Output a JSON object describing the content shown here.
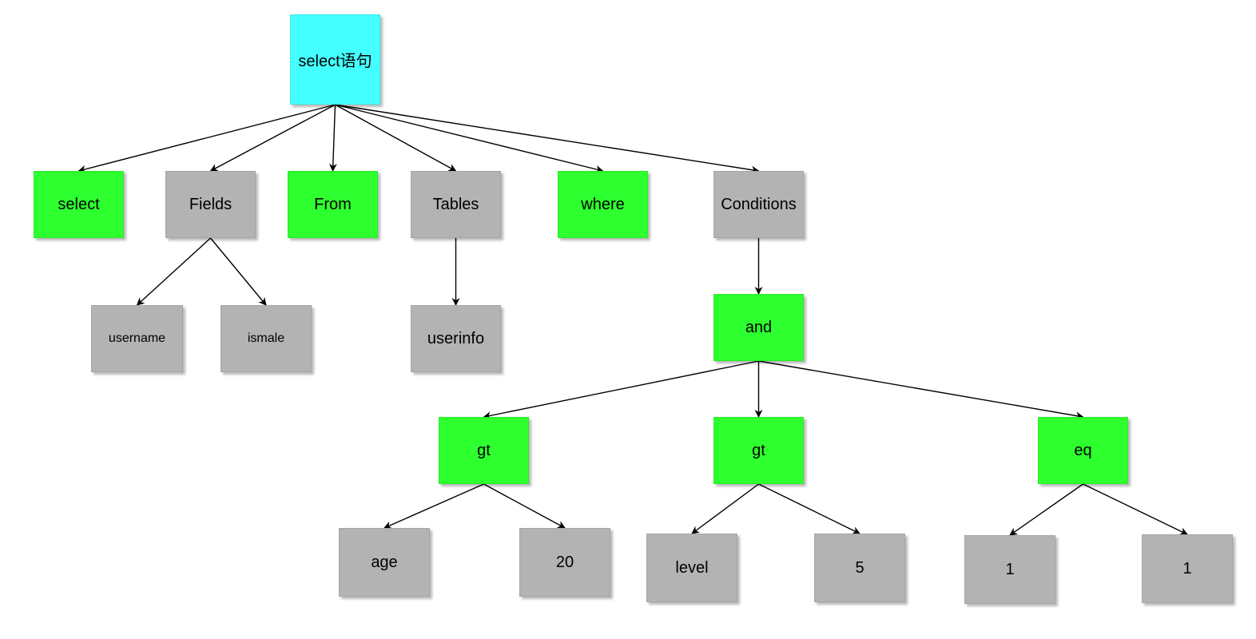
{
  "colors": {
    "root_fill": "#44ffff",
    "keyword_fill": "#2eff2e",
    "item_fill": "#b3b3b3"
  },
  "tree": {
    "root": "select语句",
    "select": "select",
    "fields": "Fields",
    "from": "From",
    "tables": "Tables",
    "where": "where",
    "conditions": "Conditions",
    "username": "username",
    "ismale": "ismale",
    "userinfo": "userinfo",
    "and": "and",
    "gt_age": "gt",
    "gt_level": "gt",
    "eq": "eq",
    "age": "age",
    "twenty": "20",
    "level": "level",
    "five": "5",
    "one_left": "1",
    "one_right": "1"
  },
  "edges": [
    [
      "root",
      "select"
    ],
    [
      "root",
      "fields"
    ],
    [
      "root",
      "from"
    ],
    [
      "root",
      "tables"
    ],
    [
      "root",
      "where"
    ],
    [
      "root",
      "conditions"
    ],
    [
      "fields",
      "username"
    ],
    [
      "fields",
      "ismale"
    ],
    [
      "tables",
      "userinfo"
    ],
    [
      "conditions",
      "and"
    ],
    [
      "and",
      "gt_age"
    ],
    [
      "and",
      "gt_level"
    ],
    [
      "and",
      "eq"
    ],
    [
      "gt_age",
      "age"
    ],
    [
      "gt_age",
      "twenty"
    ],
    [
      "gt_level",
      "level"
    ],
    [
      "gt_level",
      "five"
    ],
    [
      "eq",
      "one_left"
    ],
    [
      "eq",
      "one_right"
    ]
  ]
}
